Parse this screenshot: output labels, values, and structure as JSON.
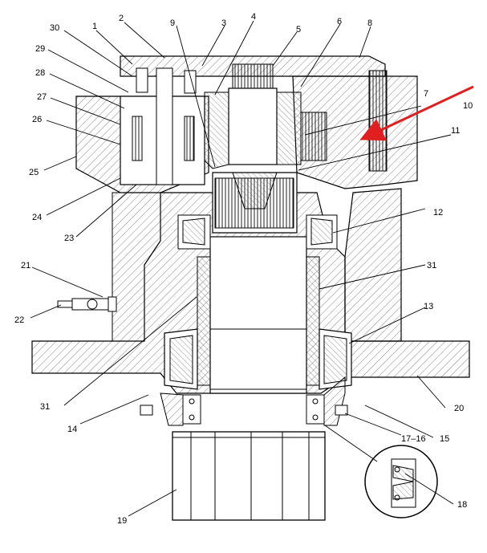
{
  "diagram": {
    "callouts": [
      "1",
      "2",
      "3",
      "4",
      "5",
      "6",
      "7",
      "8",
      "9",
      "10",
      "11",
      "12",
      "13",
      "14",
      "15",
      "17–16",
      "18",
      "19",
      "20",
      "21",
      "22",
      "23",
      "24",
      "25",
      "26",
      "27",
      "28",
      "29",
      "30",
      "31",
      "31"
    ],
    "highlight_color": "#e02020",
    "line_color": "#000000",
    "hatch_color": "#555555"
  }
}
